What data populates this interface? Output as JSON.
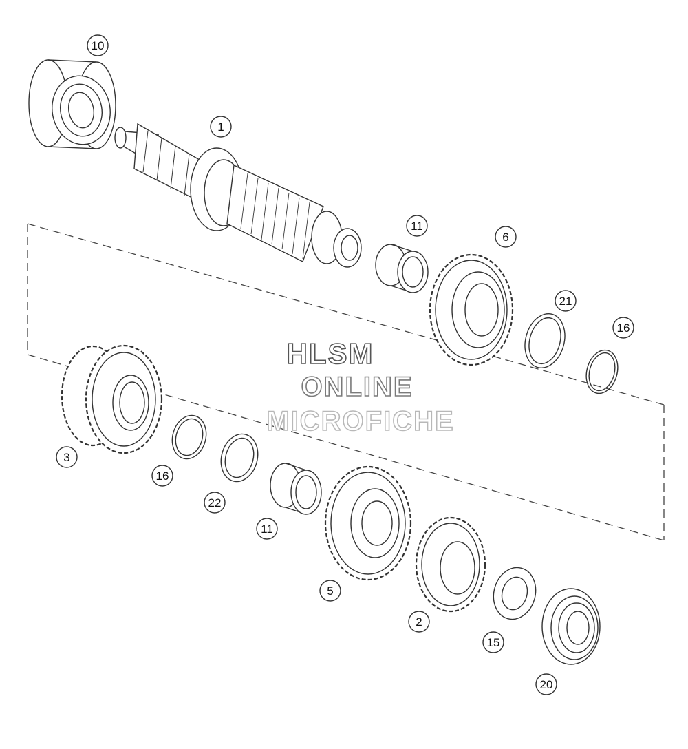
{
  "watermark": {
    "line1": "HLSM",
    "line2": "ONLINE",
    "line3": "MICROFICHE"
  },
  "callouts": [
    {
      "id": "c10a",
      "label": "10"
    },
    {
      "id": "c1",
      "label": "1"
    },
    {
      "id": "c11a",
      "label": "11"
    },
    {
      "id": "c6",
      "label": "6"
    },
    {
      "id": "c21",
      "label": "21"
    },
    {
      "id": "c16a",
      "label": "16"
    },
    {
      "id": "c3",
      "label": "3"
    },
    {
      "id": "c16b",
      "label": "16"
    },
    {
      "id": "c22",
      "label": "22"
    },
    {
      "id": "c11b",
      "label": "11"
    },
    {
      "id": "c5",
      "label": "5"
    },
    {
      "id": "c2",
      "label": "2"
    },
    {
      "id": "c15",
      "label": "15"
    },
    {
      "id": "c20",
      "label": "20"
    }
  ]
}
